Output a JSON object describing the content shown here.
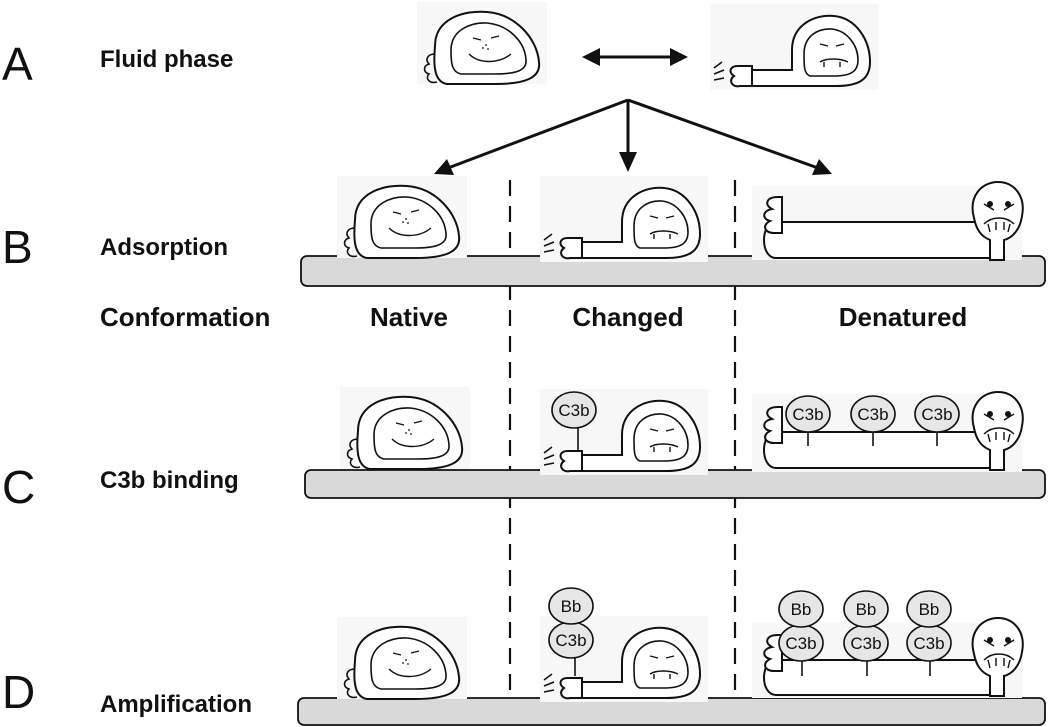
{
  "panels": {
    "A": {
      "letter": "A",
      "label": "Fluid phase"
    },
    "B": {
      "letter": "B",
      "label": "Adsorption"
    },
    "C": {
      "letter": "C",
      "label": "C3b binding"
    },
    "D": {
      "letter": "D",
      "label": "Amplification"
    }
  },
  "conformation": {
    "row_label": "Conformation",
    "columns": [
      "Native",
      "Changed",
      "Denatured"
    ]
  },
  "binding": {
    "changed": [
      "C3b"
    ],
    "denatured": [
      "C3b",
      "C3b",
      "C3b"
    ]
  },
  "amplification": {
    "changed": [
      {
        "top": "Bb",
        "bottom": "C3b"
      }
    ],
    "denatured": [
      {
        "top": "Bb",
        "bottom": "C3b"
      },
      {
        "top": "Bb",
        "bottom": "C3b"
      },
      {
        "top": "Bb",
        "bottom": "C3b"
      }
    ]
  }
}
